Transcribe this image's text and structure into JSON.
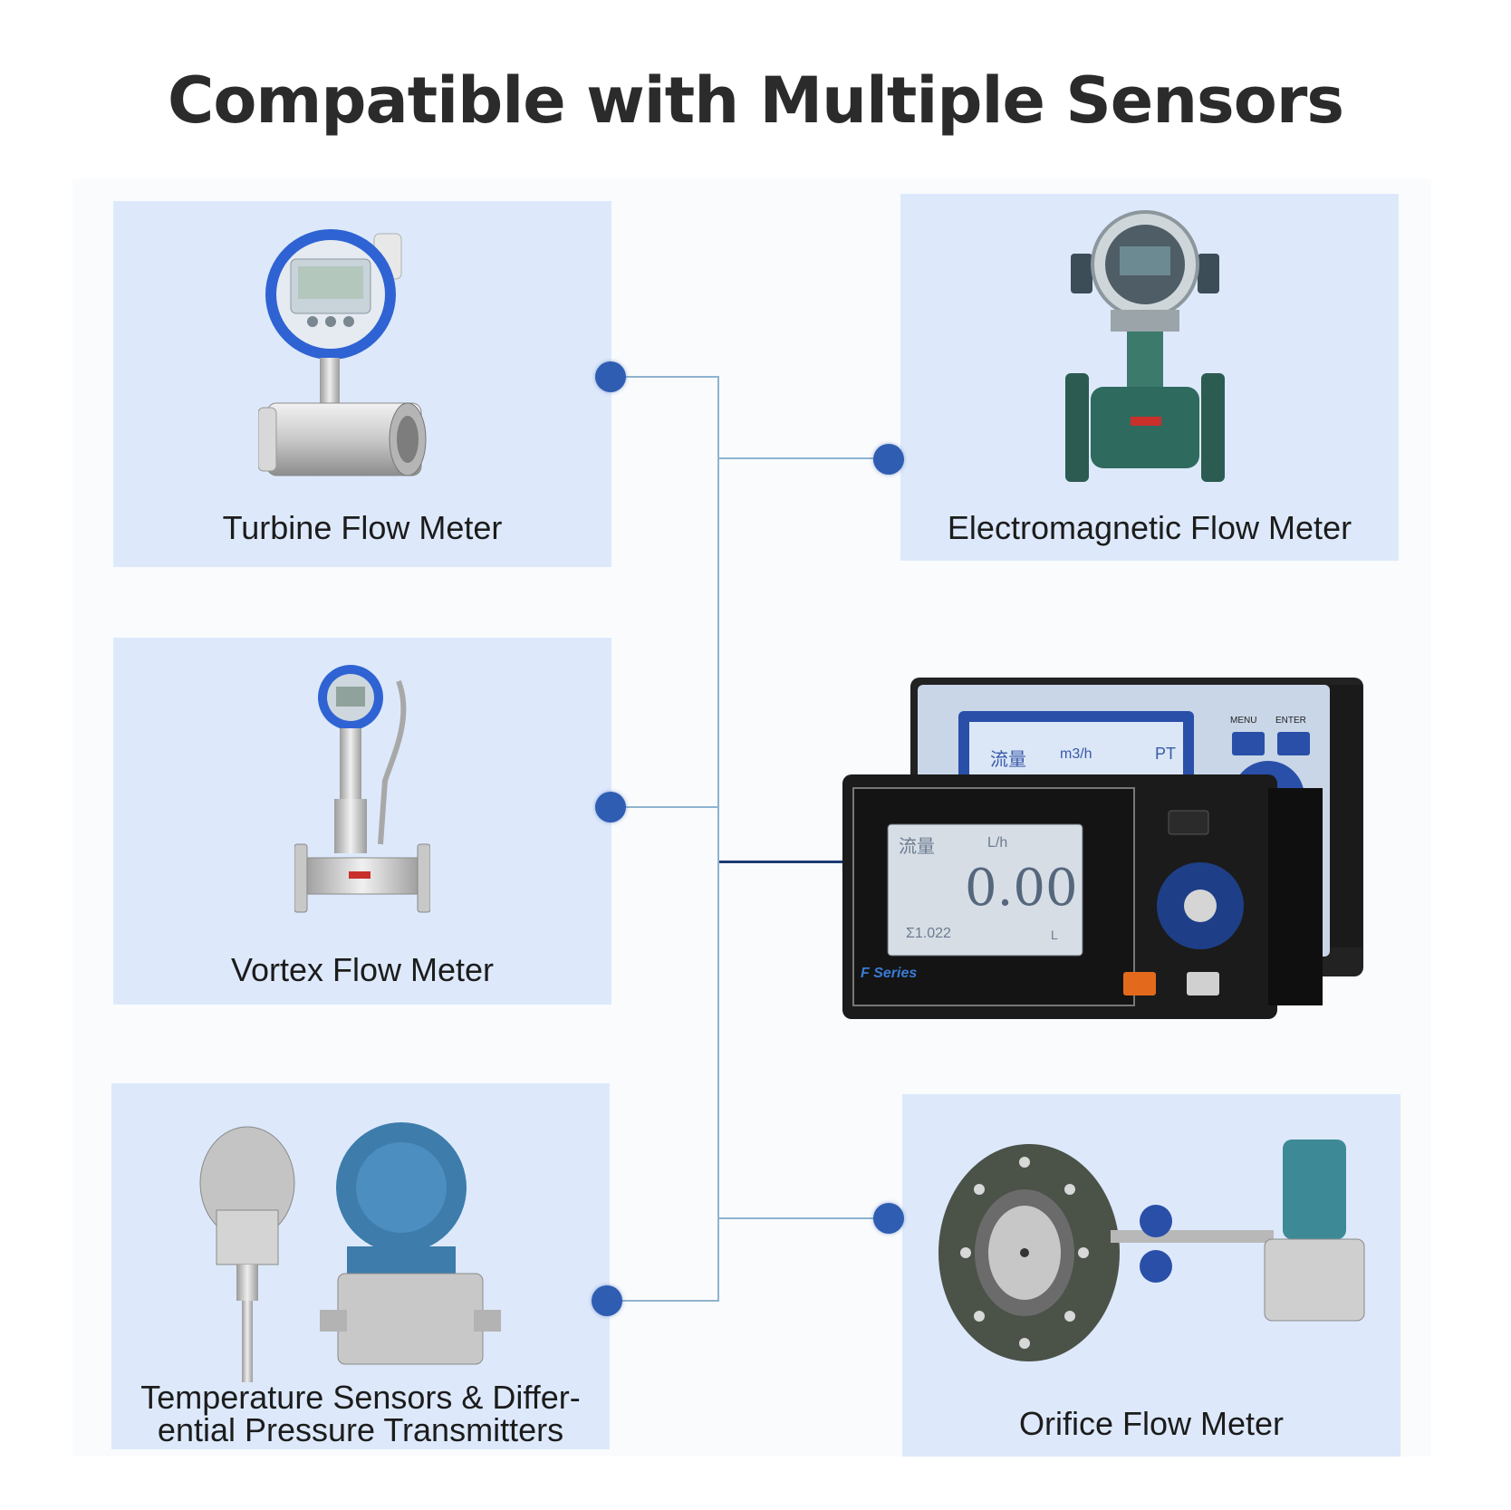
{
  "title": "Compatible with Multiple Sensors",
  "colors": {
    "panel_bg": "#dde9fb",
    "dot": "#2f5db2",
    "connector": "#8fb3cf",
    "title": "#2b2b2b"
  },
  "sensors": {
    "turbine": {
      "label": "Turbine Flow Meter",
      "icon": "turbine-flow-meter-image"
    },
    "electromagnetic": {
      "label": "Electromagnetic Flow Meter",
      "icon": "electromagnetic-flow-meter-image"
    },
    "vortex": {
      "label": "Vortex Flow Meter",
      "icon": "vortex-flow-meter-image"
    },
    "temperature_pressure": {
      "label_line1": "Temperature Sensors & Differ-",
      "label_line2": "ential Pressure Transmitters",
      "icon": "temperature-and-pressure-transmitter-image"
    },
    "orifice": {
      "label": "Orifice Flow Meter",
      "icon": "orifice-flow-meter-image"
    }
  },
  "display": {
    "icon": "flow-totalizer-display-image",
    "front_screen": {
      "header_left": "流量",
      "header_unit": "L/h",
      "value": "0.00",
      "total": "Σ1.022",
      "total_unit": "L",
      "brand": "F Series"
    },
    "back_screen": {
      "header_left": "流量",
      "header_unit": "m3/h",
      "header_right": "PT",
      "menu_label": "MENU",
      "enter_label": "ENTER"
    }
  }
}
